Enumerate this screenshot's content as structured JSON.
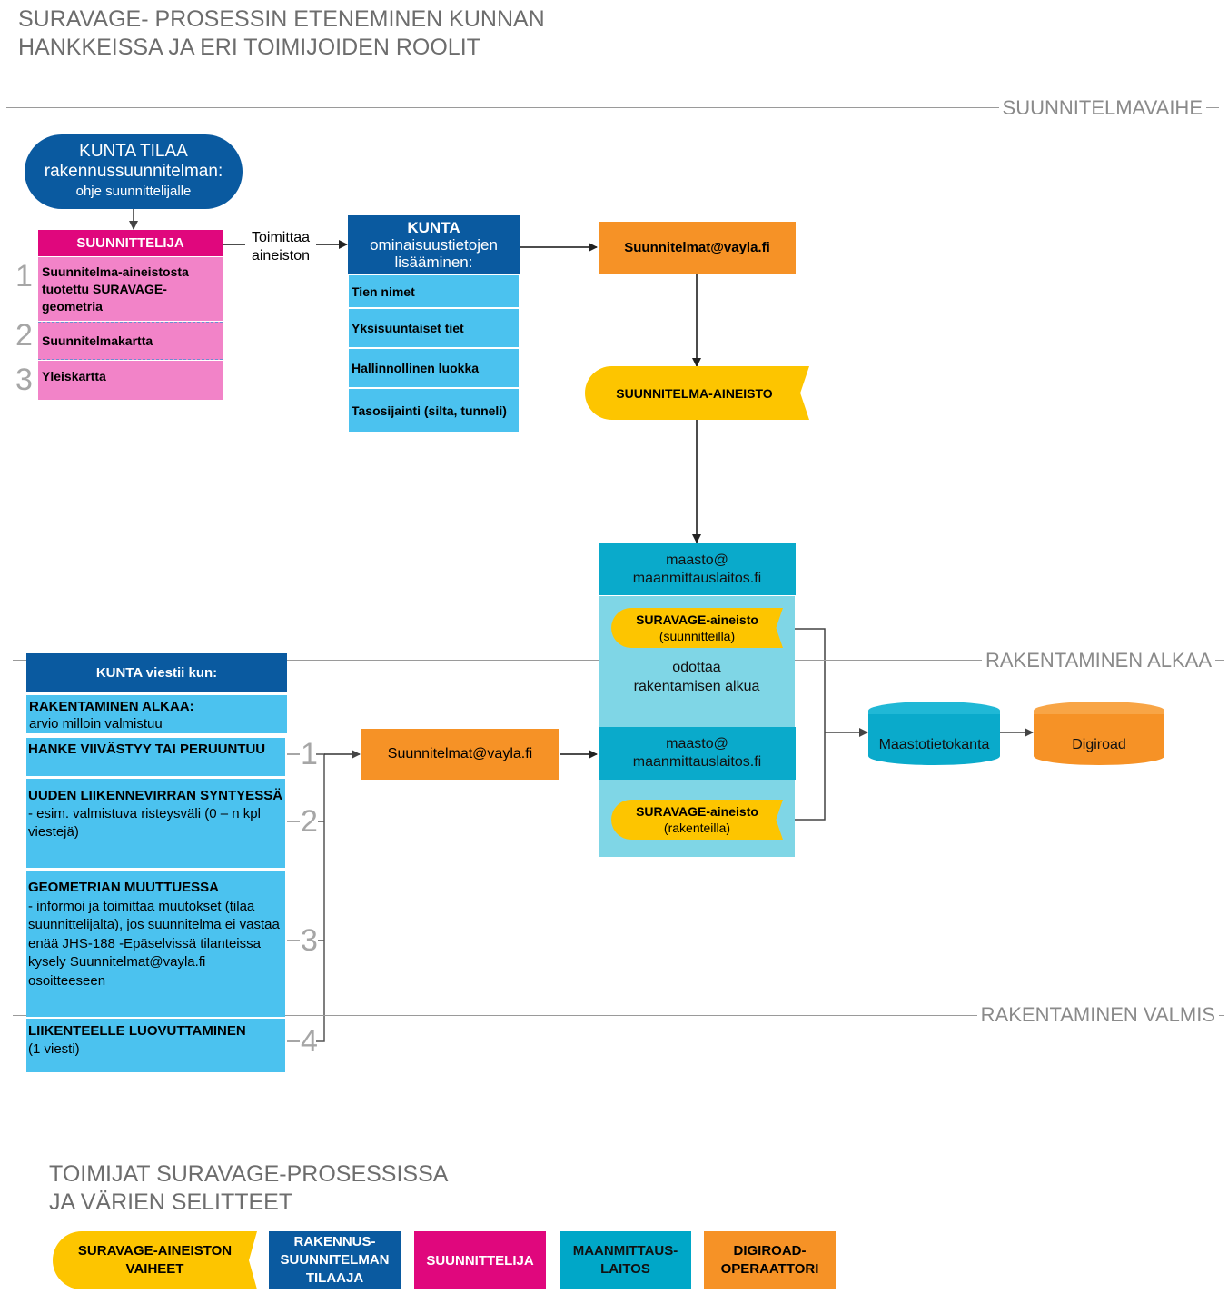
{
  "title": {
    "line1": "SURAVAGE- PROSESSIN ETENEMINEN KUNNAN",
    "line2": "HANKKEISSA JA ERI TOIMIJOIDEN ROOLIT"
  },
  "phases": {
    "design": "SUUNNITELMAVAIHE",
    "construction_start": "RAKENTAMINEN ALKAA",
    "construction_done": "RAKENTAMINEN VALMIS"
  },
  "top": {
    "kunta_order": {
      "line1": "KUNTA TILAA",
      "line2": "rakennussuunnitelman:",
      "line3": "ohje suunnittelijalle"
    },
    "designer": {
      "header": "SUUNNITTELIJA",
      "items": [
        {
          "num": "1",
          "label": "Suunnitelma-aineistosta tuotettu SURAVAGE-geometria"
        },
        {
          "num": "2",
          "label": "Suunnitelmakartta"
        },
        {
          "num": "3",
          "label": "Yleiskartta"
        }
      ]
    },
    "delivers_label": "Toimittaa aineiston",
    "kunta_attributes": {
      "header_bold": "KUNTA",
      "header_rest": "ominaisuustietojen lisääminen:",
      "items": [
        "Tien nimet",
        "Yksisuuntaiset tiet",
        "Hallinnollinen luokka",
        "Tasosijainti (silta, tunneli)"
      ]
    },
    "email_suunnitelmat": "Suunnitelmat@vayla.fi",
    "plan_material": "SUUNNITELMA-AINEISTO"
  },
  "mml": {
    "email_top": "maasto@ maanmittauslaitos.fi",
    "suravage_planned": {
      "title": "SURAVAGE-aineisto",
      "sub": "(suunnitteilla)"
    },
    "waiting": "odottaa rakentamisen alkua",
    "email_bottom": "maasto@ maanmittauslaitos.fi",
    "suravage_building": {
      "title": "SURAVAGE-aineisto",
      "sub": "(rakenteilla)"
    }
  },
  "databases": {
    "terrain": "Maastotietokanta",
    "digiroad": "Digiroad"
  },
  "kunta_messages": {
    "header": "KUNTA viestii kun:",
    "items": [
      {
        "num": "",
        "title": "RAKENTAMINEN ALKAA:",
        "body": "arvio milloin valmistuu"
      },
      {
        "num": "1",
        "title": "HANKE VIIVÄSTYY TAI PERUUNTUU",
        "body": ""
      },
      {
        "num": "2",
        "title": "UUDEN LIIKENNEVIRRAN SYNTYESSÄ",
        "body": "- esim. valmistuva risteysväli (0 – n kpl viestejä)"
      },
      {
        "num": "3",
        "title": "GEOMETRIAN MUUTTUESSA",
        "body": "- informoi ja toimittaa muutokset (tilaa suunnittelijalta), jos suunnitelma ei vastaa enää JHS-188 -Epäselvissä tilanteissa kysely Suunnitelmat@vayla.fi osoitteeseen"
      },
      {
        "num": "4",
        "title": "LIIKENTEELLE LUOVUTTAMINEN",
        "body": "(1 viesti)"
      }
    ],
    "email": "Suunnitelmat@vayla.fi"
  },
  "legend": {
    "title_line1": "TOIMIJAT SURAVAGE-PROSESSISSA",
    "title_line2": "JA VÄRIEN SELITTEET",
    "items": [
      {
        "label": "SURAVAGE-AINEISTON VAIHEET",
        "color": "#fdc500"
      },
      {
        "label": "RAKENNUS- SUUNNITELMAN TILAAJA",
        "color": "#0a5aa0"
      },
      {
        "label": "SUUNNITTELIJA",
        "color": "#e0077d"
      },
      {
        "label": "MAANMITTAUS- LAITOS",
        "color": "#00a7c8"
      },
      {
        "label": "DIGIROAD- OPERAATTORI",
        "color": "#f69226"
      }
    ]
  }
}
